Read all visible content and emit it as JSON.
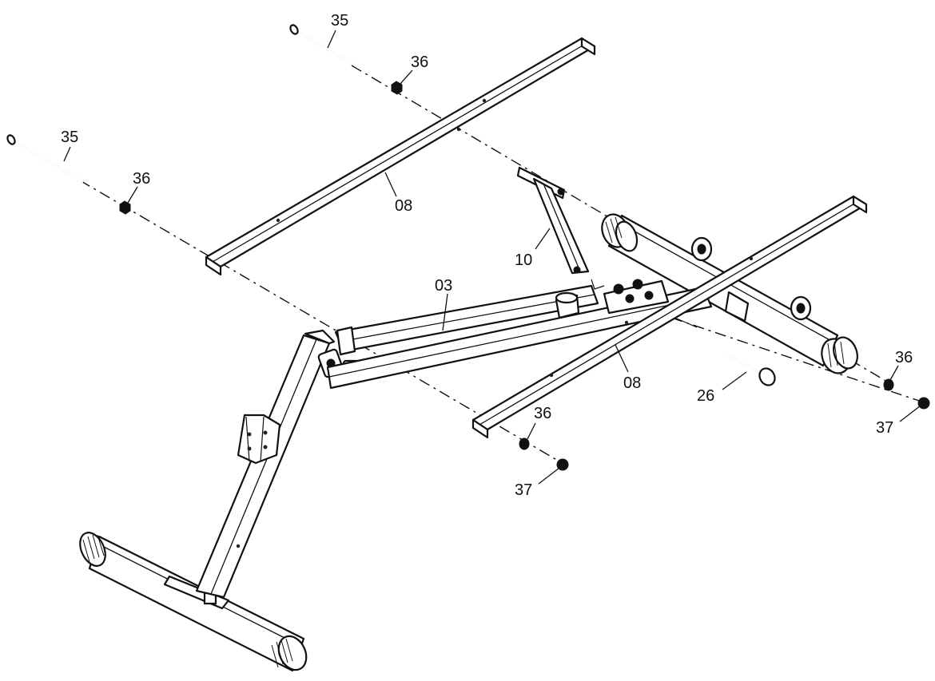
{
  "callouts": {
    "c35a": "35",
    "c36a": "36",
    "c35b": "35",
    "c36b": "36",
    "c08a": "08",
    "c10": "10",
    "c03": "03",
    "c08b": "08",
    "c26": "26",
    "c36c": "36",
    "c37a": "37",
    "c36d": "36",
    "c37b": "37"
  },
  "colors": {
    "line": "#111111",
    "background": "#ffffff"
  }
}
